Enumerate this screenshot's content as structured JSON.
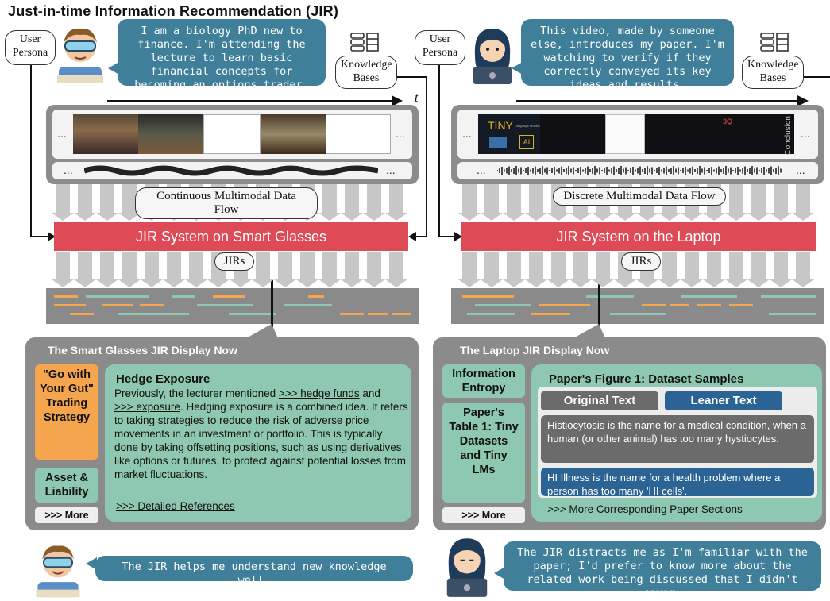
{
  "title": "Just-in-time Information Recommendation (JIR)",
  "time_label": "t",
  "colors": {
    "system_red": "#de4b57",
    "speech_blue": "#3f7f99",
    "orange": "#f4a54e",
    "teal": "#8ec8b2",
    "panel_gray": "#8b8b8b",
    "text_blue": "#2b6394"
  },
  "left": {
    "user_persona": "User Persona",
    "knowledge_bases": "Knowledge Bases",
    "persona_speech": "I am a biology PhD new to finance. I'm attending the lecture to learn basic financial concepts for becoming an options trader.",
    "flow_label": "Continuous Multimodal Data Flow",
    "system_label": "JIR System on Smart Glasses",
    "jirs_label": "JIRs",
    "ellipsis": "...",
    "panel": {
      "title": "The Smart Glasses JIR Display Now",
      "tag1": "\"Go with Your Gut\" Trading Strategy",
      "tag2": "Asset & Liability",
      "more": ">>> More",
      "card_title": "Hedge Exposure",
      "body_pre": "Previously, the lecturer mentioned ",
      "link1": ">>> hedge funds",
      "body_and": " and",
      "link2": ">>> exposure",
      "body_rest": ". Hedging exposure is a combined idea. It refers to taking strategies to reduce the risk of adverse price movements in an investment or portfolio. This is typically done by taking offsetting positions, such as using derivatives like options or futures, to protect against potential losses from market fluctuations.",
      "references": ">>> Detailed References"
    },
    "feedback": "The JIR helps me understand new knowledge well."
  },
  "right": {
    "user_persona": "User Persona",
    "knowledge_bases": "Knowledge Bases",
    "persona_speech": "This video, made by someone else, introduces my paper. I'm watching to verify if they correctly conveyed its key ideas and results.",
    "flow_label": "Discrete Multimodal Data Flow",
    "system_label": "JIR System on the Laptop",
    "jirs_label": "JIRs",
    "ellipsis": "...",
    "frames": {
      "tiny": "TINY",
      "tiny_sub": "Language Models",
      "ai": "AI",
      "three_q": "3Q",
      "conclusion": "Conclusion"
    },
    "panel": {
      "title": "The Laptop JIR Display Now",
      "tag1": "Information Entropy",
      "tag2": "Paper's Table 1: Tiny Datasets and Tiny LMs",
      "more": ">>> More",
      "card_title": "Paper's Figure 1: Dataset Samples",
      "btn_original": "Original Text",
      "btn_leaner": "Leaner Text",
      "original_text": "Histiocytosis is the name for a medical condition, when a human (or other animal) has too many hystiocytes.",
      "leaner_text": "HI Illness is the name for a health problem where a person has too many 'HI cells'.",
      "link": ">>> More Corresponding Paper Sections"
    },
    "feedback": "The JIR distracts me as I'm familiar with the paper; I'd prefer to know more about the related work being discussed that I didn't cover."
  }
}
